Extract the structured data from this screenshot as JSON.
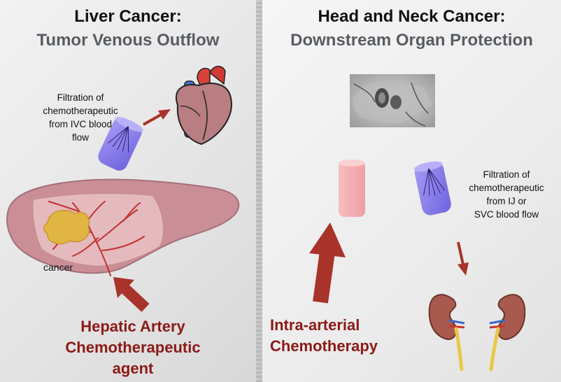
{
  "left": {
    "title": "Liver Cancer:",
    "subtitle": "Tumor Venous Outflow",
    "filter_note": [
      "Filtration of",
      "chemotherapeutic",
      "from IVC blood",
      "flow"
    ],
    "tumor_label": "cancer",
    "agent_label": [
      "Hepatic Artery",
      "Chemotherapeutic",
      "agent"
    ]
  },
  "right": {
    "title": "Head and Neck Cancer:",
    "subtitle": "Downstream Organ Protection",
    "filter_note": [
      "Filtration of",
      "chemotherapeutic",
      "from IJ or",
      "SVC blood flow"
    ],
    "therapy_label": [
      "Intra-arterial",
      "Chemotherapy"
    ]
  },
  "colors": {
    "arrow": "#a8332a",
    "label_red": "#8b1a17",
    "filter_blue": "#8a7ee8",
    "catheter_pink": "#f3a9ab",
    "liver": "#c98e96",
    "tumor": "#e0b544",
    "kidney": "#a75a4d"
  },
  "icons": [
    "heart-icon",
    "liver-icon",
    "kidney-icon",
    "ultrasound-image"
  ]
}
